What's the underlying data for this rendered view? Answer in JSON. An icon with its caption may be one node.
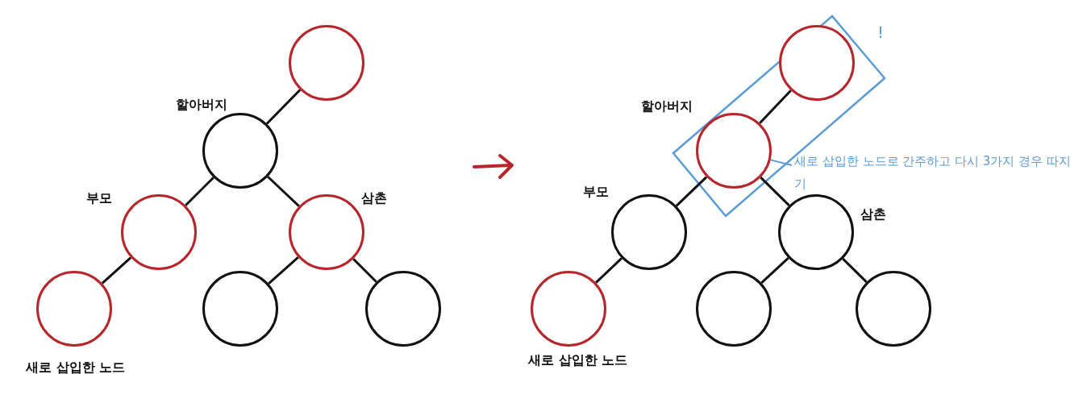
{
  "diagram": {
    "nodes": [
      {
        "text": [],
        "shape": "circle"
      },
      {
        "text": [],
        "shape": "circle",
        "beside": [
          "할아버지"
        ]
      },
      {
        "text": [],
        "shape": "circle",
        "beside": [
          "부모"
        ]
      },
      {
        "text": [],
        "shape": "circle",
        "beside": [
          "삼촌"
        ]
      },
      {
        "text": [],
        "shape": "circle",
        "beside": [
          "새로 삽입한 노드"
        ]
      },
      {
        "text": [],
        "shape": "circle"
      },
      {
        "text": [],
        "shape": "circle"
      },
      {
        "text": [],
        "shape": "circle"
      },
      {
        "text": [],
        "shape": "circle",
        "beside": [
          "할아버지"
        ]
      },
      {
        "text": [],
        "shape": "circle",
        "beside": [
          "부모"
        ]
      },
      {
        "text": [],
        "shape": "circle",
        "beside": [
          "삼촌"
        ]
      },
      {
        "text": [],
        "shape": "circle",
        "beside": [
          "새로 삽입한 노드"
        ]
      },
      {
        "text": [],
        "shape": "circle"
      },
      {
        "text": [],
        "shape": "circle"
      },
      {
        "text": [
          "새로 삽입한 노드로 간주하고 다시 3가지 경우 따지기"
        ]
      }
    ],
    "edges": [
      {
        "from": 1,
        "to": 0,
        "arrow": "none"
      },
      {
        "from": 1,
        "to": 2,
        "arrow": "none"
      },
      {
        "from": 1,
        "to": 3,
        "arrow": "none"
      },
      {
        "from": 2,
        "to": 4,
        "arrow": "none"
      },
      {
        "from": 3,
        "to": 5,
        "arrow": "none"
      },
      {
        "from": 3,
        "to": 6,
        "arrow": "none"
      },
      {
        "from": 8,
        "to": 7,
        "arrow": "none"
      },
      {
        "from": 8,
        "to": 9,
        "arrow": "none"
      },
      {
        "from": 8,
        "to": 10,
        "arrow": "none"
      },
      {
        "from": 9,
        "to": 11,
        "arrow": "none"
      },
      {
        "from": 10,
        "to": 12,
        "arrow": "none"
      },
      {
        "from": 10,
        "to": 13,
        "arrow": "none"
      },
      {
        "from": 14,
        "to": 8,
        "arrow": "none",
        "color": "#5b9bd5"
      }
    ],
    "labels": [
      "!"
    ]
  }
}
